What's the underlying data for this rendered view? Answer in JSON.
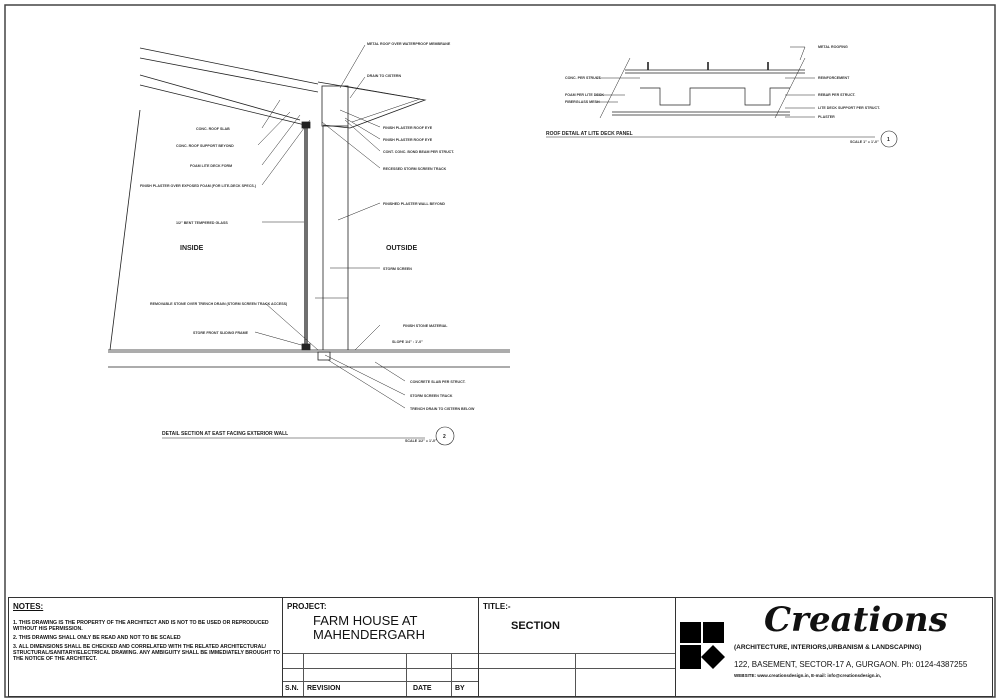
{
  "detail_2": {
    "labels": {
      "metal_roof": "METAL ROOF OVER WATERPROOF MEMBRANE",
      "drain": "DRAIN TO CISTERN",
      "roof_slab": "CONC. ROOF SLAB",
      "roof_support": "CONC. ROOF SUPPORT BEYOND",
      "foam": "FOAM LITE DECK FORM",
      "plaster_foam": "FINISH PLASTER OVER EXPOSED FOAM (FOR LITE-DECK SPECS.)",
      "glass": "1/2\" BENT TEMPERED GLASS",
      "plaster_eye_1": "FINISH PLASTER ROOF EYE",
      "plaster_eye_2": "FINISH PLASTER ROOF EYE",
      "bond_beam": "CONT. CONC. BOND BEAM PER STRUCT.",
      "screen_track": "RECESSED STORM SCREEN TRACK",
      "plaster_wall": "FINISHED PLASTER WALL BEYOND",
      "storm_screen": "STORM SCREEN",
      "removable_stone": "REMOVABLE STONE OVER TRENCH DRAIN (STORM SCREEN TRACK ACCESS)",
      "sliding_frame": "STORE FRONT SLIDING FRAME",
      "finish_stone": "FINISH STONE MATERIAL",
      "slope": "SLOPE 1/4\" : 1'-0\"",
      "slab": "CONCRETE SLAB PER STRUCT.",
      "track": "STORM SCREEN TRACK",
      "trench": "TRENCH DRAIN TO CISTERN BELOW"
    },
    "inside": "INSIDE",
    "outside": "OUTSIDE",
    "caption": "DETAIL SECTION AT EAST FACING EXTERIOR WALL",
    "scale": "SCALE 1/2\" = 1'-0\"",
    "number": "2"
  },
  "detail_1": {
    "labels": {
      "metal_roofing": "METAL ROOFING",
      "conc": "CONC. PER STRUCT.",
      "reinf": "REINFORCEMENT",
      "foam": "FOAM PER LITE DECK",
      "rebar": "REBAR PER STRUCT.",
      "mesh": "FIBERGLASS MESH",
      "support": "LITE DECK SUPPORT PER STRUCT.",
      "plaster": "PLASTER"
    },
    "caption": "ROOF DETAIL AT LITE DECK PANEL",
    "scale": "SCALE 1\" = 1'-0\"",
    "number": "1"
  },
  "title_block": {
    "notes_heading": "NOTES:",
    "notes": [
      "1.  THIS DRAWING IS THE PROPERTY OF THE  ARCHITECT AND IS NOT TO BE USED OR REPRODUCED WITHOUT HIS PERMISSION.",
      "2.  THIS DRAWING SHALL ONLY BE READ AND NOT  TO BE SCALED",
      "3.  ALL DIMENSIONS SHALL BE CHECKED AND  CORRELATED WITH THE RELATED ARCHITECTURAL/ STRUCTURAL/SANITARY/ELECTRICAL DRAWING. ANY  AMBIGUITY SHALL BE IMMEDIATELY BROUGHT TO THE NOTICE  OF THE ARCHITECT."
    ],
    "project_heading": "PROJECT:",
    "project_line1": "FARM HOUSE AT",
    "project_line2": "MAHENDERGARH",
    "sn": "S.N.",
    "revision": "REVISION",
    "date": "DATE",
    "by": "BY",
    "title_heading": "TITLE:-",
    "title": "SECTION",
    "firm": "Creations",
    "firm_tagline": "(ARCHITECTURE, INTERIORS,URBANISM & LANDSCAPING)",
    "address": "122, BASEMENT, SECTOR-17 A, GURGAON. Ph: 0124-4387255",
    "web": "WEBSITE: www.creationsdesign.in, E-mail: info@creationsdesign.in,"
  }
}
